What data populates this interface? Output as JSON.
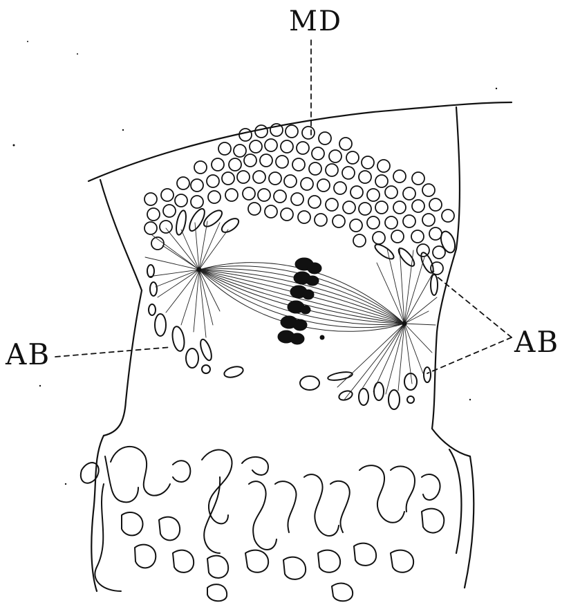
{
  "labels": {
    "md": "MD",
    "ab_left": "AB",
    "ab_right": "AB"
  },
  "colors": {
    "ink": "#111111",
    "background": "#ffffff"
  }
}
